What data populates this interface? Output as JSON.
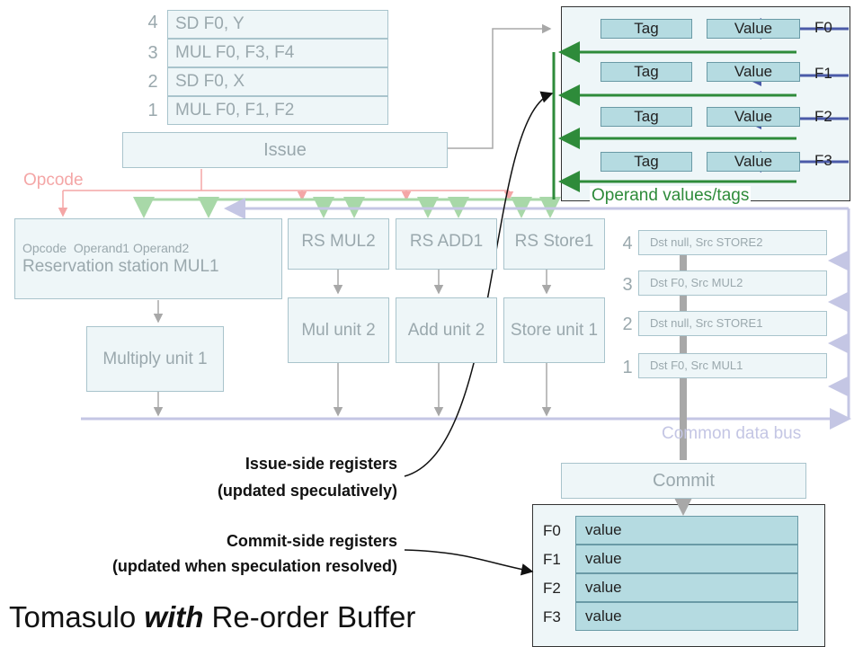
{
  "title": {
    "prefix": "Tomasulo ",
    "emph": "with",
    "suffix": " Re-order Buffer"
  },
  "instructions": [
    {
      "num": "4",
      "text": "SD F0, Y"
    },
    {
      "num": "3",
      "text": "MUL F0, F3, F4"
    },
    {
      "num": "2",
      "text": "SD F0, X"
    },
    {
      "num": "1",
      "text": "MUL F0, F1, F2"
    }
  ],
  "issue_label": "Issue",
  "opcode_label": "Opcode",
  "rs_mul1": {
    "fields": "Opcode  Operand1 Operand2",
    "name": "Reservation station MUL1"
  },
  "reservation_stations": [
    "RS MUL2",
    "RS ADD1",
    "RS Store1"
  ],
  "units": [
    "Mul unit 2",
    "Add unit 2",
    "Store unit 1"
  ],
  "multiply_unit_1": "Multiply unit 1",
  "rob_entries": [
    {
      "num": "4",
      "text": "Dst null, Src STORE2"
    },
    {
      "num": "3",
      "text": "Dst F0, Src MUL2"
    },
    {
      "num": "2",
      "text": "Dst null, Src STORE1"
    },
    {
      "num": "1",
      "text": "Dst F0, Src MUL1"
    }
  ],
  "issue_registers": [
    {
      "tag": "Tag",
      "value": "Value",
      "name": "F0"
    },
    {
      "tag": "Tag",
      "value": "Value",
      "name": "F1"
    },
    {
      "tag": "Tag",
      "value": "Value",
      "name": "F2"
    },
    {
      "tag": "Tag",
      "value": "Value",
      "name": "F3"
    }
  ],
  "operand_label": "Operand values/tags",
  "cdb_label": "Common data bus",
  "commit_label": "Commit",
  "commit_registers": [
    {
      "name": "F0",
      "value": "value"
    },
    {
      "name": "F1",
      "value": "value"
    },
    {
      "name": "F2",
      "value": "value"
    },
    {
      "name": "F3",
      "value": "value"
    }
  ],
  "notes": {
    "issue_side_1": "Issue-side registers",
    "issue_side_2": "(updated speculatively)",
    "commit_side_1": "Commit-side registers",
    "commit_side_2": "(updated when speculation resolved)"
  },
  "colors": {
    "green": "#2e8b3a",
    "blue": "#4a5aa8",
    "lightblue": "#c4c6e4",
    "lightgreen": "#a8d8a8",
    "pink": "#f4a6a6",
    "gray": "#a8a8a8"
  }
}
